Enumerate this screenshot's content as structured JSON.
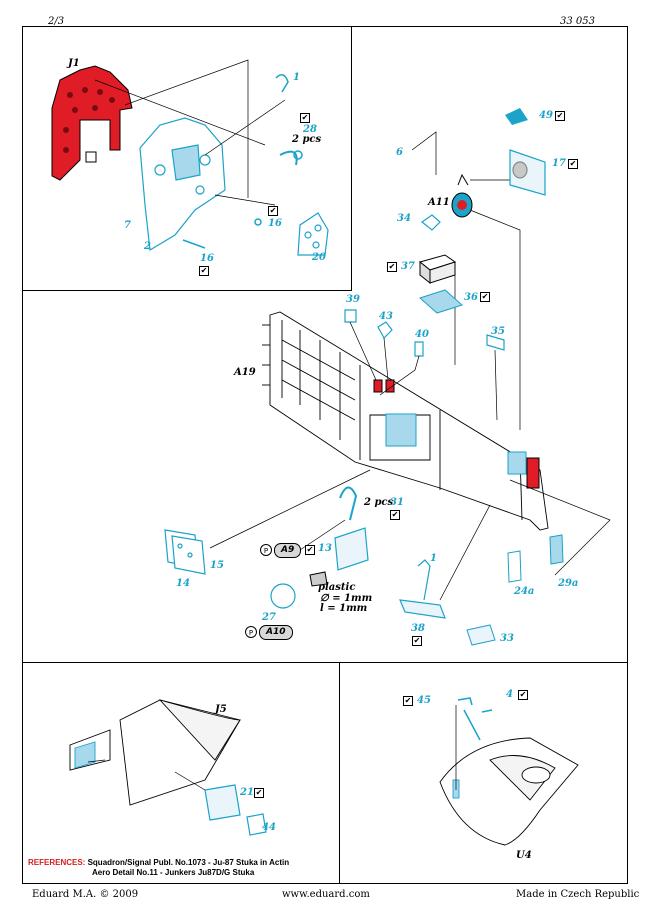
{
  "header": {
    "page": "2/3",
    "catalog": "33 053"
  },
  "colors": {
    "brass": "#1ba3c9",
    "painted": "#e01d26",
    "line": "#000000"
  },
  "labels": {
    "J1": "J1",
    "p1a": "1",
    "p28": "28",
    "pcs2": "2 pcs",
    "p7": "7",
    "p2": "2",
    "p16a": "16",
    "p16b": "16",
    "p20": "20",
    "p6": "6",
    "A11": "A11",
    "p34": "34",
    "p49": "49",
    "p17": "17",
    "p37": "37",
    "p36": "36",
    "p39": "39",
    "p43": "43",
    "p40": "40",
    "p35": "35",
    "A19": "A19",
    "pcs2b": "2 pcs",
    "p31": "31",
    "p14": "14",
    "p15": "15",
    "p13": "13",
    "A9": "A9",
    "plastic": "plastic",
    "dia": "∅ = 1mm",
    "len": "l = 1mm",
    "p27": "27",
    "A10": "A10",
    "p1b": "1",
    "p38": "38",
    "p33": "33",
    "p24a": "24a",
    "p29a": "29a",
    "J5": "J5",
    "p21": "21",
    "p44": "44",
    "p45": "45",
    "p4": "4",
    "U4": "U4"
  },
  "references": {
    "title": "REFERENCES:",
    "line1": "Squadron/Signal Publ. No.1073 - Ju-87 Stuka in Actin",
    "line2": "Aero Detail No.11 - Junkers Ju87D/G Stuka"
  },
  "footer": {
    "copyright": "Eduard M.A. © 2009",
    "url": "www.eduard.com",
    "origin": "Made in Czech Republic"
  }
}
